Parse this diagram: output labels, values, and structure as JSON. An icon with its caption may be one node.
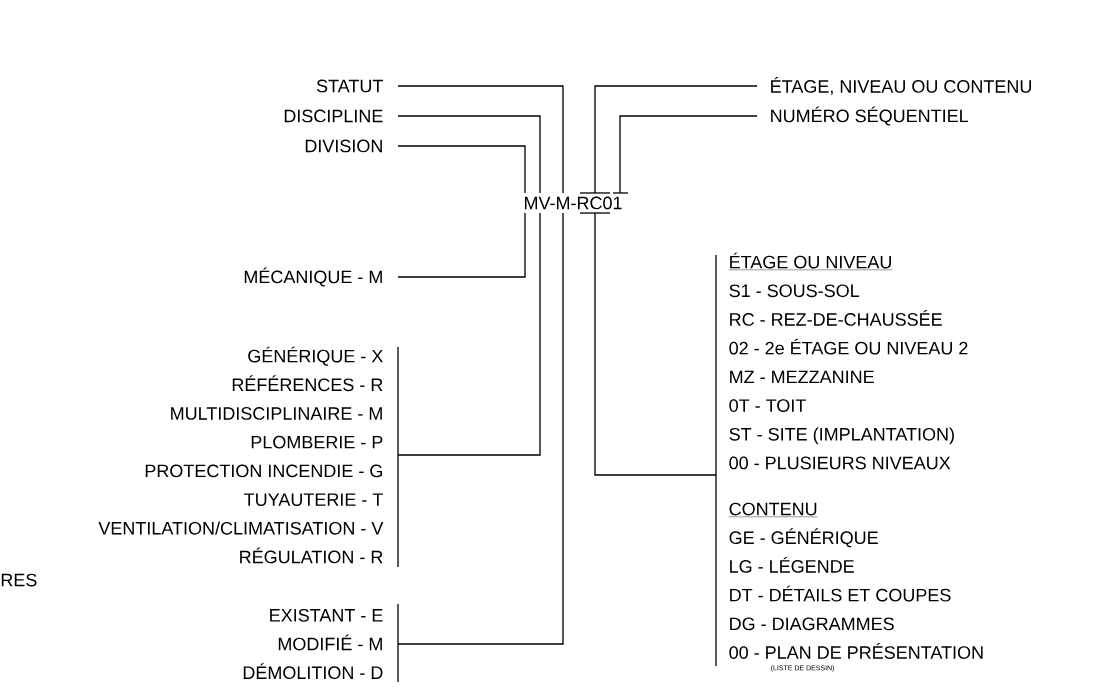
{
  "diagram": {
    "nodes": [
      {
        "text": [
          "STATUT"
        ]
      },
      {
        "text": [
          "DISCIPLINE"
        ]
      },
      {
        "text": [
          "DIVISION"
        ]
      },
      {
        "text": [
          "ÉTAGE, NIVEAU OU CONTENU"
        ]
      },
      {
        "text": [
          "NUMÉRO SÉQUENTIEL"
        ]
      },
      {
        "text": [
          "MV-M-RC01"
        ]
      },
      {
        "text": [
          "MÉCANIQUE - M"
        ]
      },
      {
        "text": [
          "GÉNÉRIQUE - X",
          "RÉFÉRENCES - R",
          "MULTIDISCIPLINAIRE - M",
          "PLOMBERIE - P",
          "PROTECTION INCENDIE - G",
          "TUYAUTERIE - T",
          "VENTILATION/CLIMATISATION - V",
          "RÉGULATION - R"
        ]
      },
      {
        "text": [
          "EXISTANT - E",
          "MODIFIÉ - M",
          "DÉMOLITION - D"
        ]
      },
      {
        "text": [
          "ÉTAGE OU NIVEAU",
          "S1 - SOUS-SOL",
          "RC - REZ-DE-CHAUSSÉE",
          "02 - 2e ÉTAGE OU NIVEAU 2",
          "MZ - MEZZANINE",
          "0T - TOIT",
          "ST - SITE (IMPLANTATION)",
          "00 - PLUSIEURS NIVEAUX"
        ]
      },
      {
        "text": [
          "CONTENU",
          "GE - GÉNÉRIQUE",
          "LG - LÉGENDE",
          "DT - DÉTAILS ET COUPES",
          "DG - DIAGRAMMES",
          "00 - PLAN DE PRÉSENTATION"
        ],
        "beside": [
          "(LISTE DE DESSIN)"
        ]
      }
    ],
    "edges": [
      {
        "from": 0,
        "to": 5,
        "arrow": "none"
      },
      {
        "from": 1,
        "to": 5,
        "arrow": "none"
      },
      {
        "from": 2,
        "to": 5,
        "arrow": "none"
      },
      {
        "from": 3,
        "to": 5,
        "arrow": "none"
      },
      {
        "from": 4,
        "to": 5,
        "arrow": "none"
      },
      {
        "from": 6,
        "to": 5,
        "arrow": "none"
      },
      {
        "from": 7,
        "to": 5,
        "arrow": "none"
      },
      {
        "from": 8,
        "to": 5,
        "arrow": "none"
      },
      {
        "from": 9,
        "to": 5,
        "arrow": "none"
      }
    ],
    "labels": [
      "RES"
    ]
  }
}
